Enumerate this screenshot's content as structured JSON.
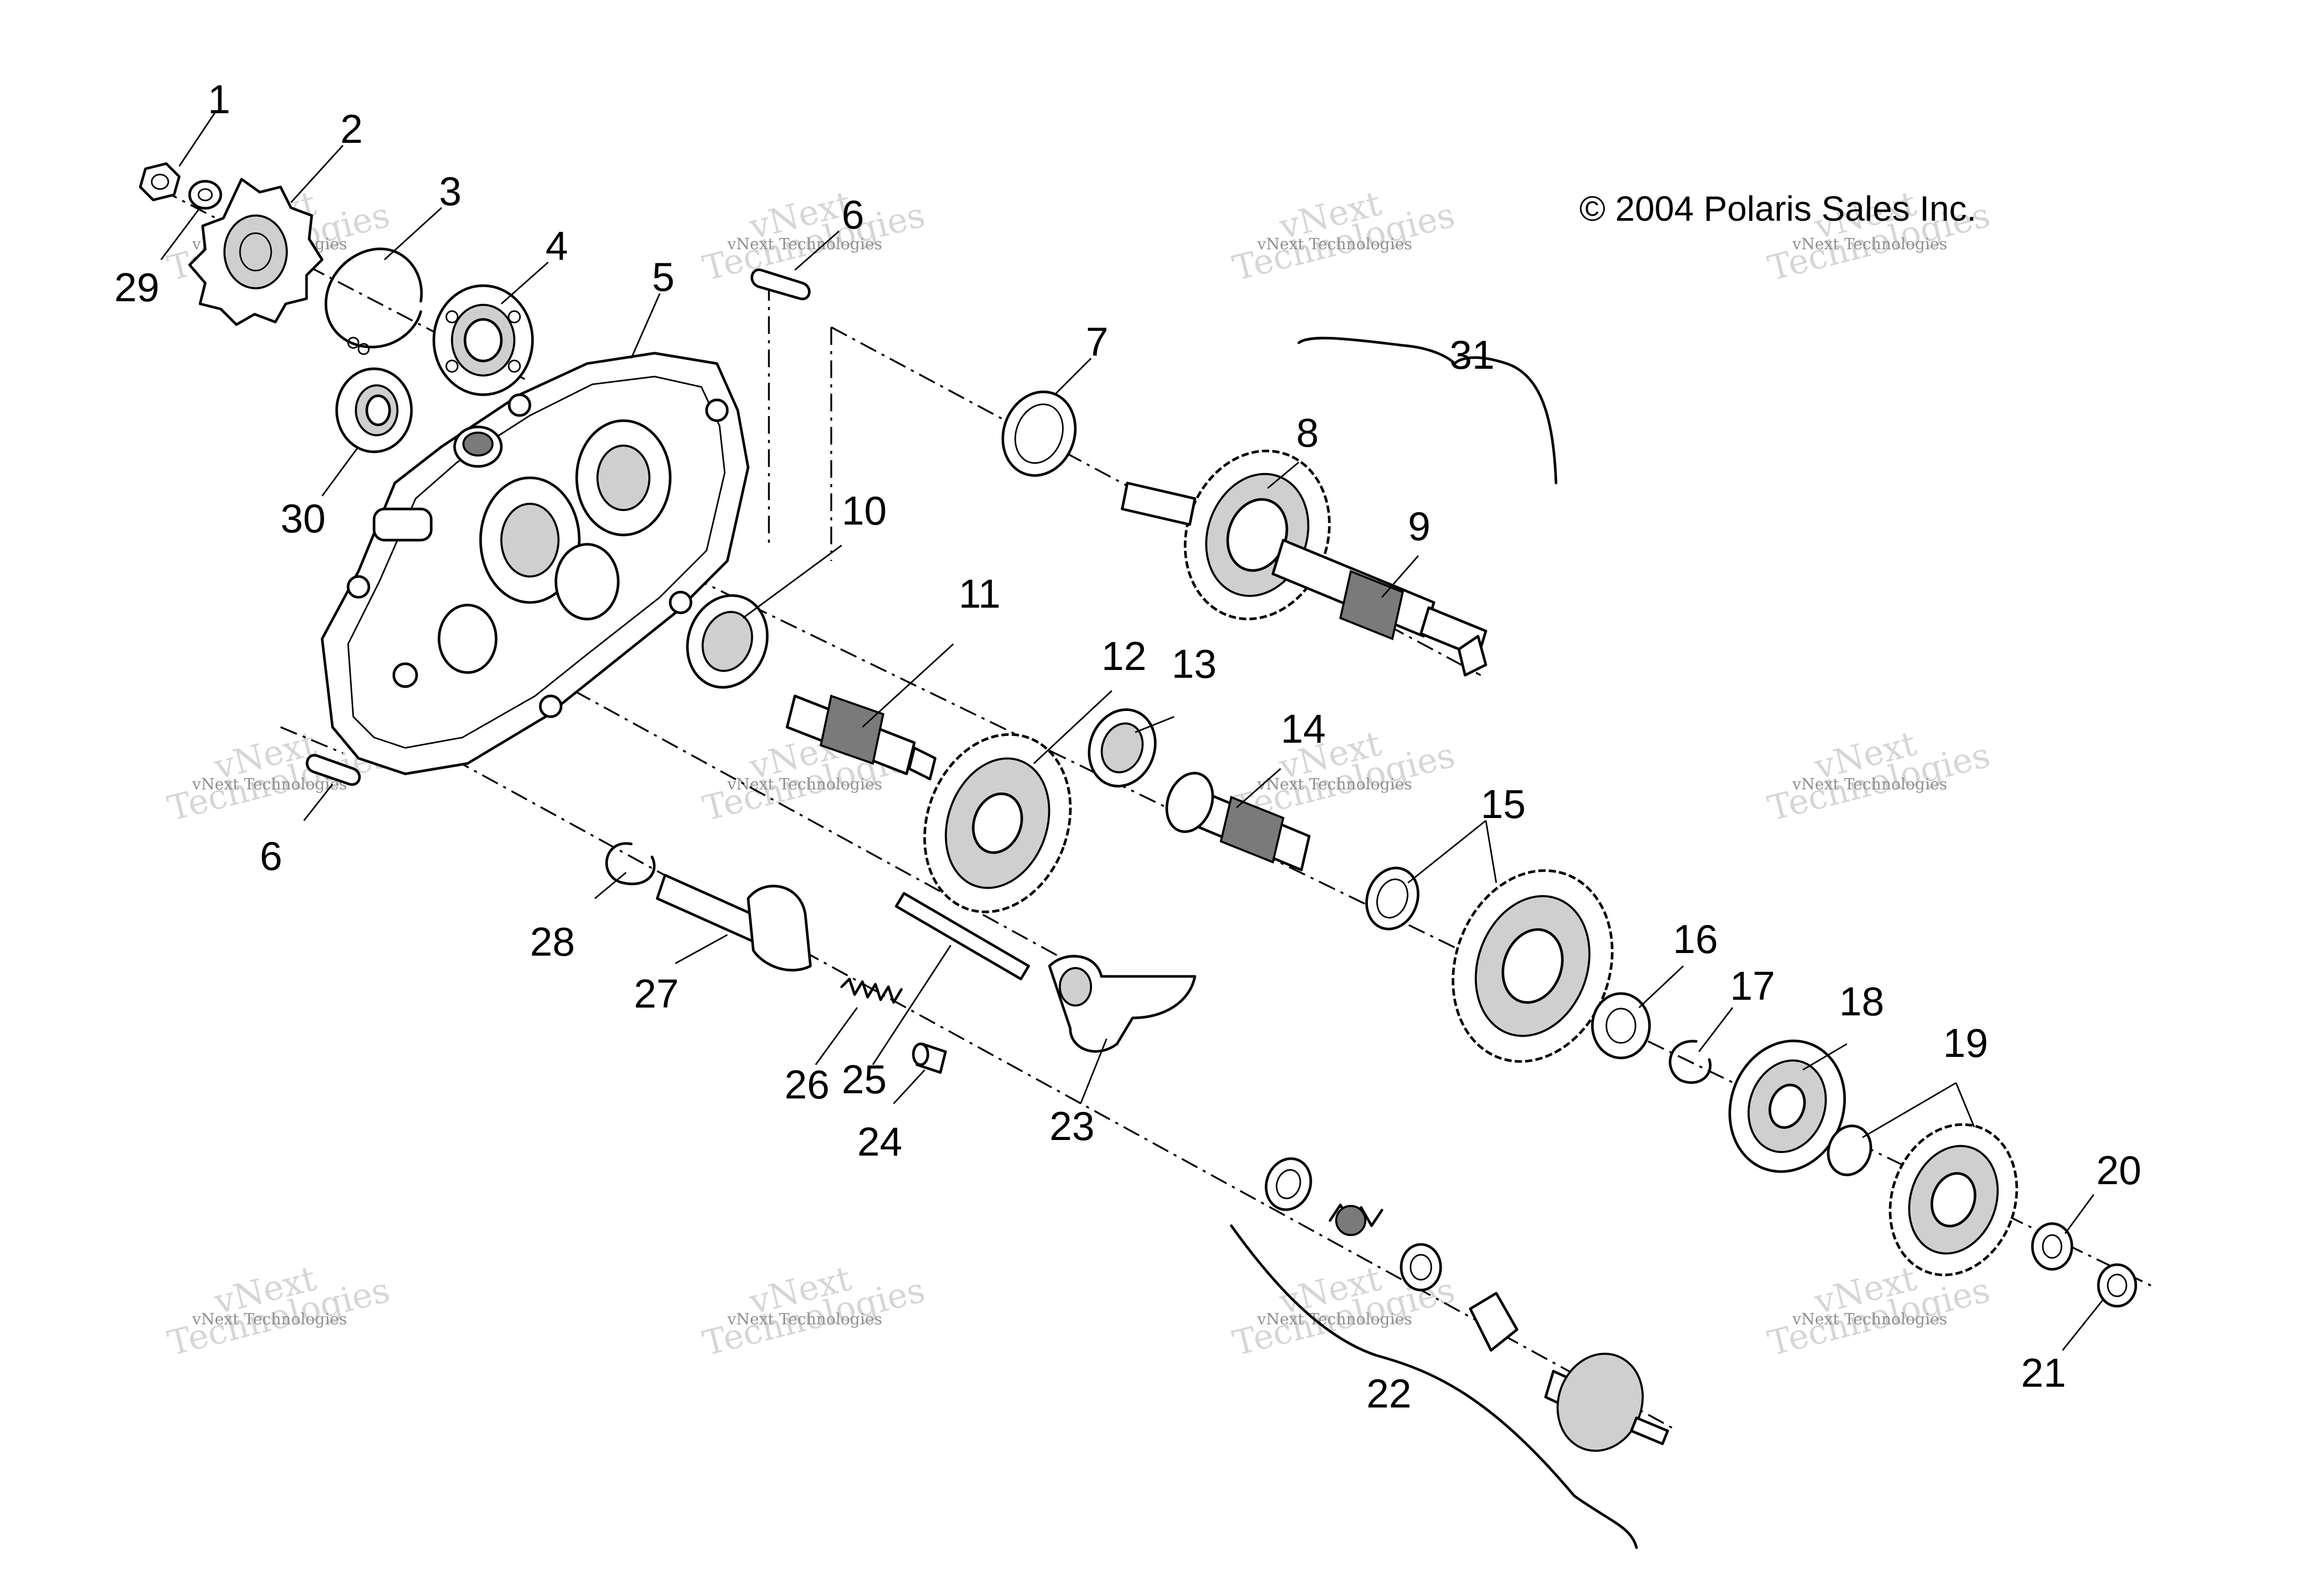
{
  "copyright": "© 2004 Polaris Sales Inc.",
  "watermark": {
    "line1": "vNext",
    "line2": "Technologies",
    "small": "vNext Technologies"
  },
  "callouts": {
    "c1": "1",
    "c2": "2",
    "c3": "3",
    "c4": "4",
    "c5": "5",
    "c6a": "6",
    "c6b": "6",
    "c7": "7",
    "c8": "8",
    "c9": "9",
    "c10": "10",
    "c11": "11",
    "c12": "12",
    "c13": "13",
    "c14": "14",
    "c15": "15",
    "c16": "16",
    "c17": "17",
    "c18": "18",
    "c19": "19",
    "c20": "20",
    "c21": "21",
    "c22": "22",
    "c23": "23",
    "c24": "24",
    "c25": "25",
    "c26": "26",
    "c27": "27",
    "c28": "28",
    "c29": "29",
    "c30": "30",
    "c31": "31"
  }
}
